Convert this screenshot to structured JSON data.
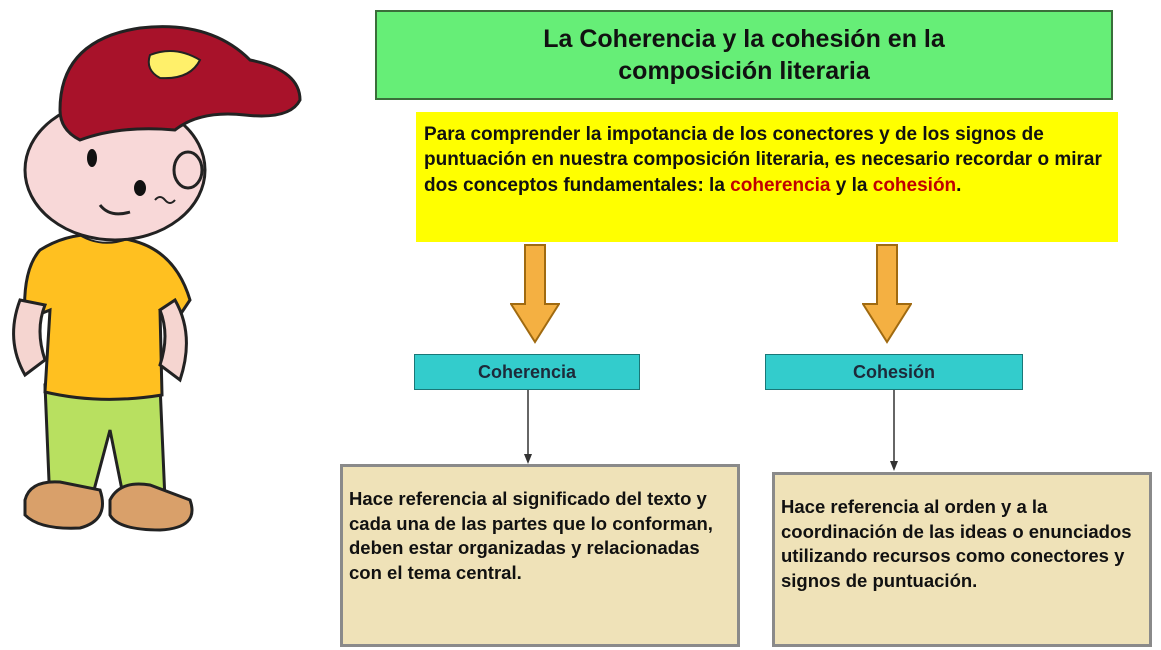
{
  "title": {
    "line1": "La Coherencia y la cohesión en la",
    "line2": "composición literaria"
  },
  "intro": {
    "text_before": "Para comprender la impotancia de los conectores y de los signos de puntuación en nuestra composición literaria, es necesario recordar o mirar dos conceptos fundamentales: la ",
    "term1": "coherencia",
    "text_middle": " y la ",
    "term2": "cohesión",
    "text_end": "."
  },
  "concepts": [
    {
      "label": "Coherencia",
      "definition": "Hace referencia al significado del texto y cada una de las partes que lo conforman, deben estar organizadas y relacionadas con el tema central."
    },
    {
      "label": "Cohesión",
      "definition": "Hace referencia al orden y a la coordinación de las ideas o enunciados utilizando recursos como conectores y signos de puntuación."
    }
  ],
  "illustration": {
    "icon": "cartoon-boy-with-cap"
  },
  "colors": {
    "title_bg": "#66ee77",
    "intro_bg": "#ffff00",
    "highlight": "#c00000",
    "arrow": "#f4b042",
    "concept_bg": "#33cccc",
    "definition_bg": "#efe2b8"
  }
}
